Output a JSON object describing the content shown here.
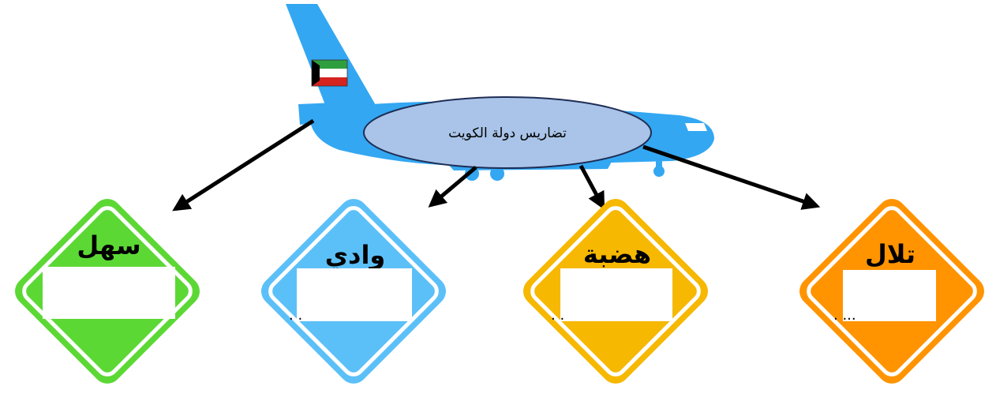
{
  "center_topic": "تضاريس دولة الكويت",
  "icons": {
    "airplane": "airplane-icon",
    "flag": "kuwait-flag-icon"
  },
  "colors": {
    "airplane": "#33A7F2",
    "ellipse_fill": "#A9C4E8",
    "ellipse_stroke": "#1F2D55",
    "flag_green": "#2E9E3F",
    "flag_red": "#D5231F",
    "flag_black": "#000000",
    "arrow": "#000000"
  },
  "signs": [
    {
      "title": "سهل",
      "dots": "",
      "color": "#5CD835",
      "border": "#5CD835"
    },
    {
      "title": "وادي",
      "dots": ". .",
      "color": "#5CC0F8",
      "border": "#5CC0F8"
    },
    {
      "title": "هضبة",
      "dots": ". .",
      "color": "#F6B800",
      "border": "#F6B800"
    },
    {
      "title": "تلال",
      "dots": ". ...",
      "color": "#FF9400",
      "border": "#FF9400"
    }
  ]
}
